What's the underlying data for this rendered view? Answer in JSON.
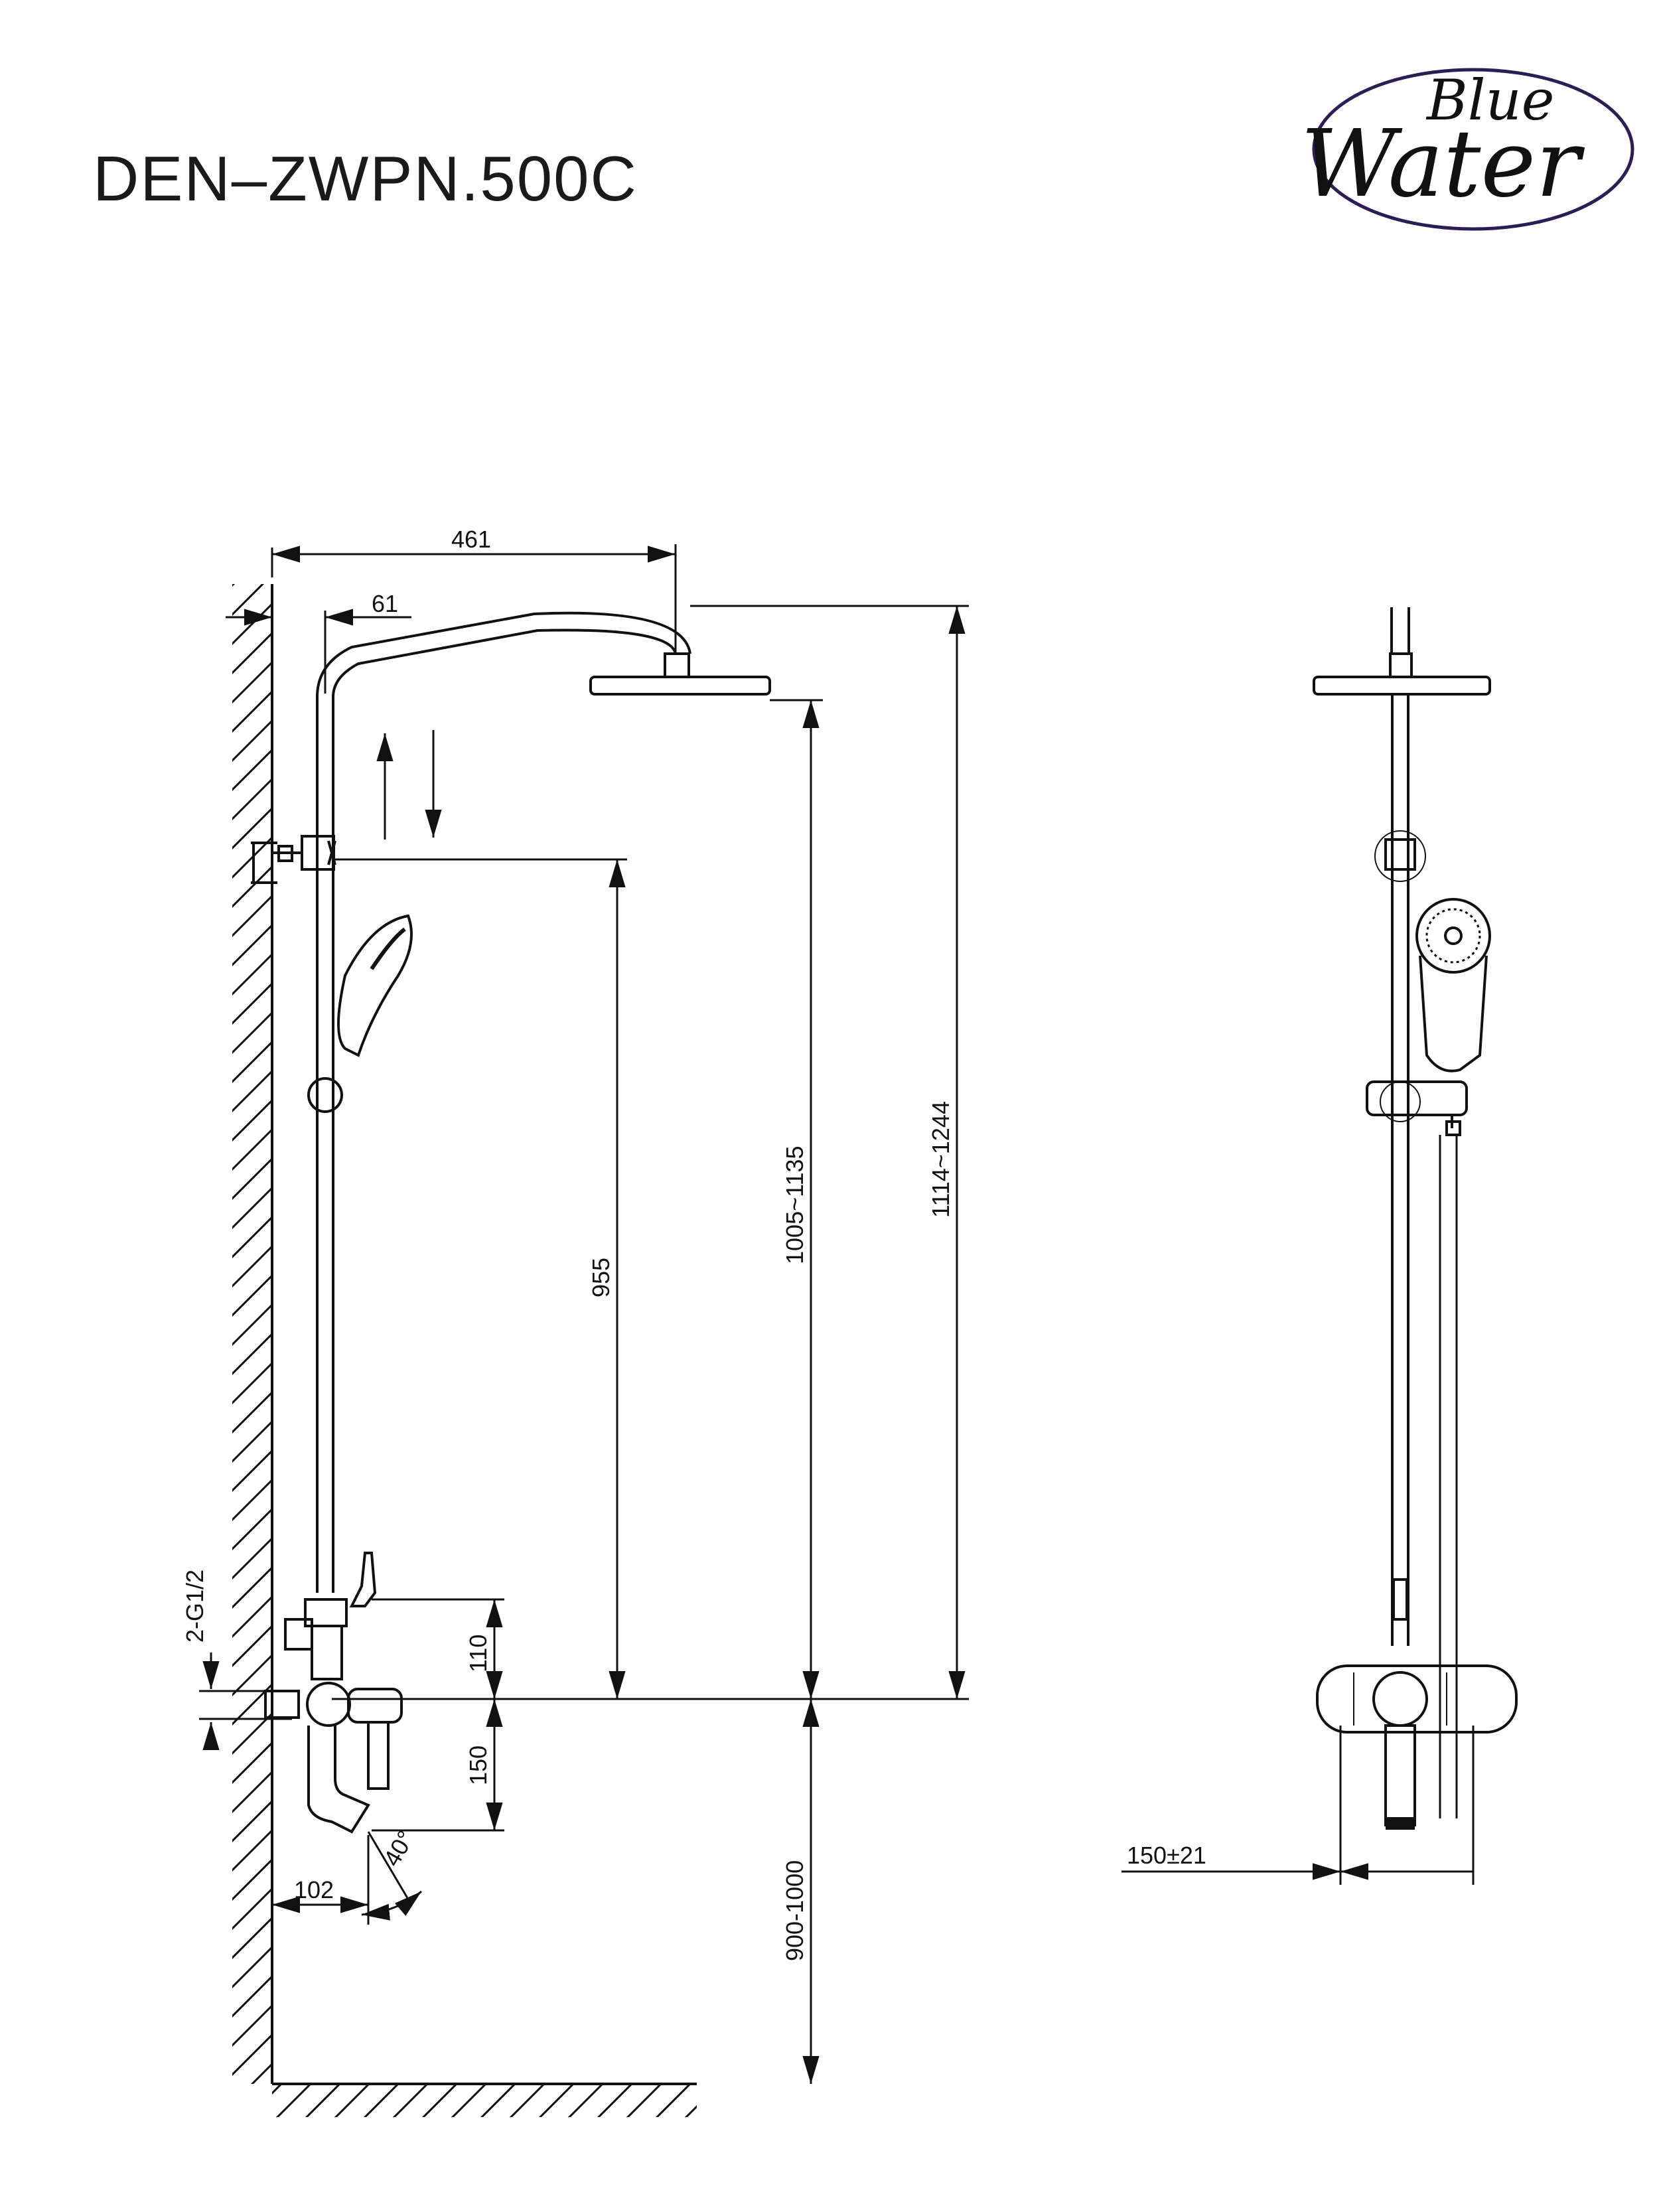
{
  "title": "DEN–ZWPN.500C",
  "logo": {
    "line1": "Blue",
    "line2": "Water",
    "color": "#2e1d55"
  },
  "dimensions": {
    "arm_projection": "461",
    "arm_offset": "61",
    "bracket_to_mixer": "955",
    "head_to_mixer": "1005~1135",
    "top_to_mixer": "1114~1244",
    "inlet_thread": "2-G1/2",
    "diverter_above": "110",
    "spout_below": "150",
    "spout_projection": "102",
    "spout_angle": "40°",
    "mixer_height": "900-1000",
    "inlet_spacing": "150±21"
  },
  "colors": {
    "line": "#111111"
  }
}
